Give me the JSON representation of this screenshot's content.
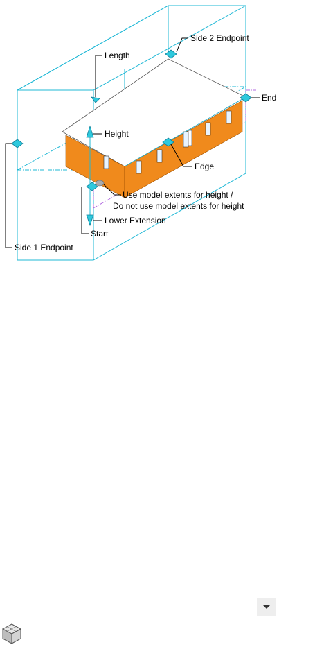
{
  "labels": {
    "side2_endpoint": "Side 2  Endpoint",
    "length": "Length",
    "end": "End",
    "height": "Height",
    "edge": "Edge",
    "model_extents_line1": "Use model extents for height /",
    "model_extents_line2": "Do not use model extents for height",
    "lower_extension": "Lower Extension",
    "start": "Start",
    "side1_endpoint": "Side 1 Endpoint"
  },
  "colors": {
    "outline": "#1fb8d6",
    "wall": "#f08a1c",
    "section": "#b36be0",
    "grip": "#2ec9dd"
  },
  "icons": {
    "dropdown": "chevron-down-icon",
    "viewcube": "cube-icon"
  }
}
